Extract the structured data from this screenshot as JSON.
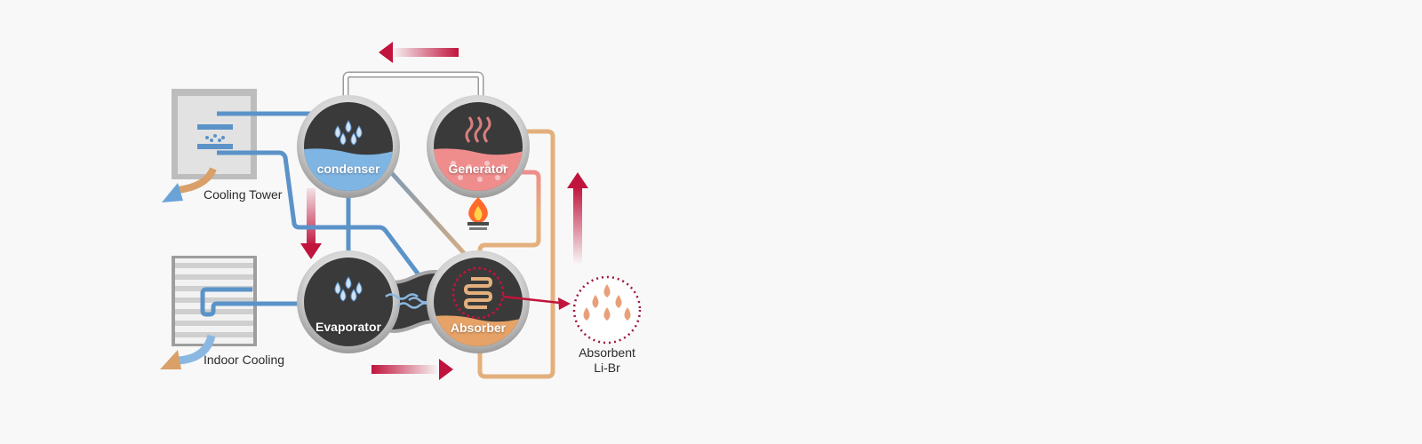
{
  "labels": {
    "cooling_tower": "Cooling Tower",
    "indoor_cooling": "Indoor Cooling",
    "condenser": "condenser",
    "generator": "Generator",
    "evaporator": "Evaporator",
    "absorber": "Absorber",
    "absorbent_line1": "Absorbent",
    "absorbent_line2": "Li-Br"
  },
  "colors": {
    "water_blue": "#5b93c9",
    "solution_tan": "#e3b07d",
    "flow_arrow": "#c0143c",
    "vessel_dark": "#3a3a3a",
    "condenser_fill": "#7fb5e3",
    "generator_fill": "#ef8d8d",
    "absorber_fill": "#e6a267"
  },
  "icons": [
    "cooling-tower-icon",
    "indoor-unit-icon",
    "burner-flame-icon",
    "water-drops-icon",
    "heat-waves-icon"
  ]
}
